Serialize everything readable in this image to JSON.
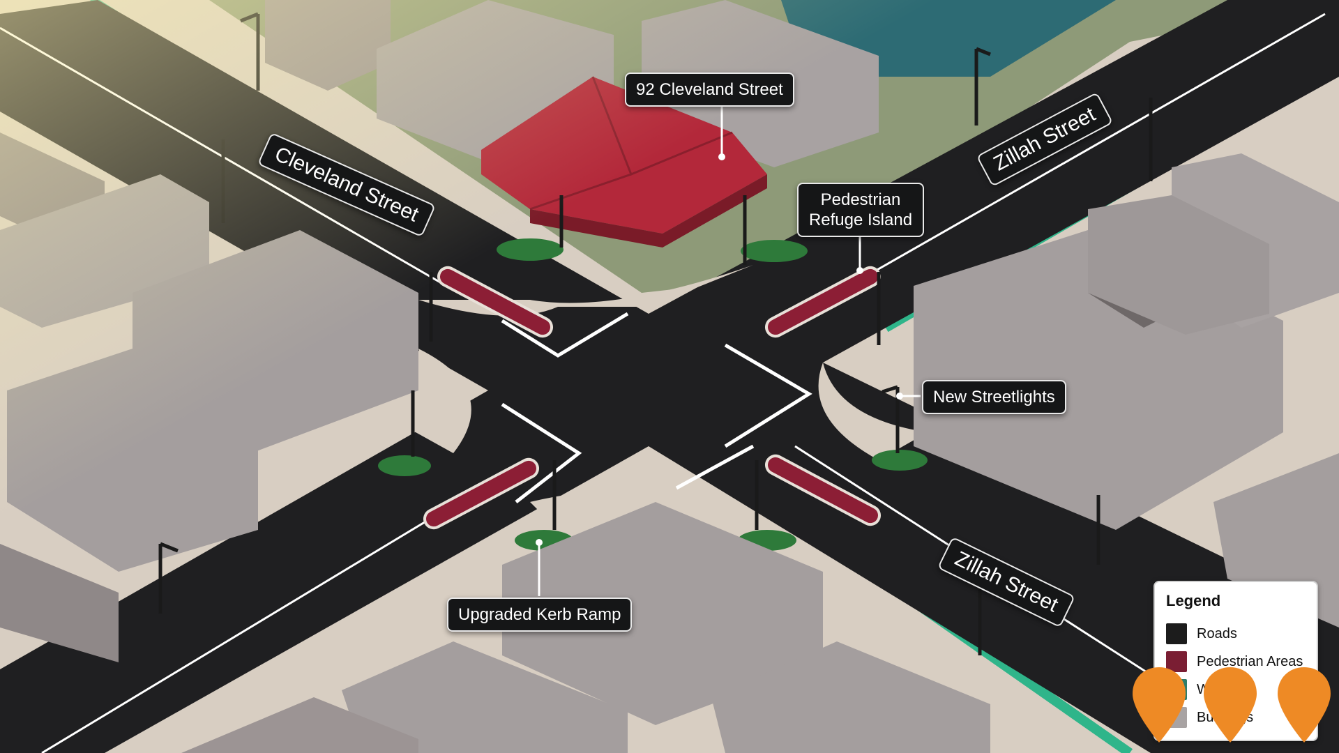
{
  "callouts": {
    "address": "92 Cleveland Street",
    "refuge_island": "Pedestrian Refuge Island",
    "streetlights": "New Streetlights",
    "kerb_ramp": "Upgraded Kerb Ramp"
  },
  "streets": {
    "cleveland": "Cleveland Street",
    "zillah_north": "Zillah Street",
    "zillah_south": "Zillah Street"
  },
  "legend": {
    "title": "Legend",
    "items": [
      {
        "label": "Roads",
        "color": "#1c1c1c"
      },
      {
        "label": "Pedestrian Areas",
        "color": "#7a1e33"
      },
      {
        "label": "W",
        "color": "#2e7d6a"
      },
      {
        "label": "Buildings",
        "color": "#a8a3a3"
      }
    ]
  },
  "colors": {
    "road": "#1f1f21",
    "sidewalk": "#d9cfc3",
    "kerb_green": "#2fb58a",
    "building": "#a49e9e",
    "roof_red": "#b3283a",
    "water": "#2d6b74",
    "median": "#8c1e35",
    "pin": "#ee8a25"
  }
}
